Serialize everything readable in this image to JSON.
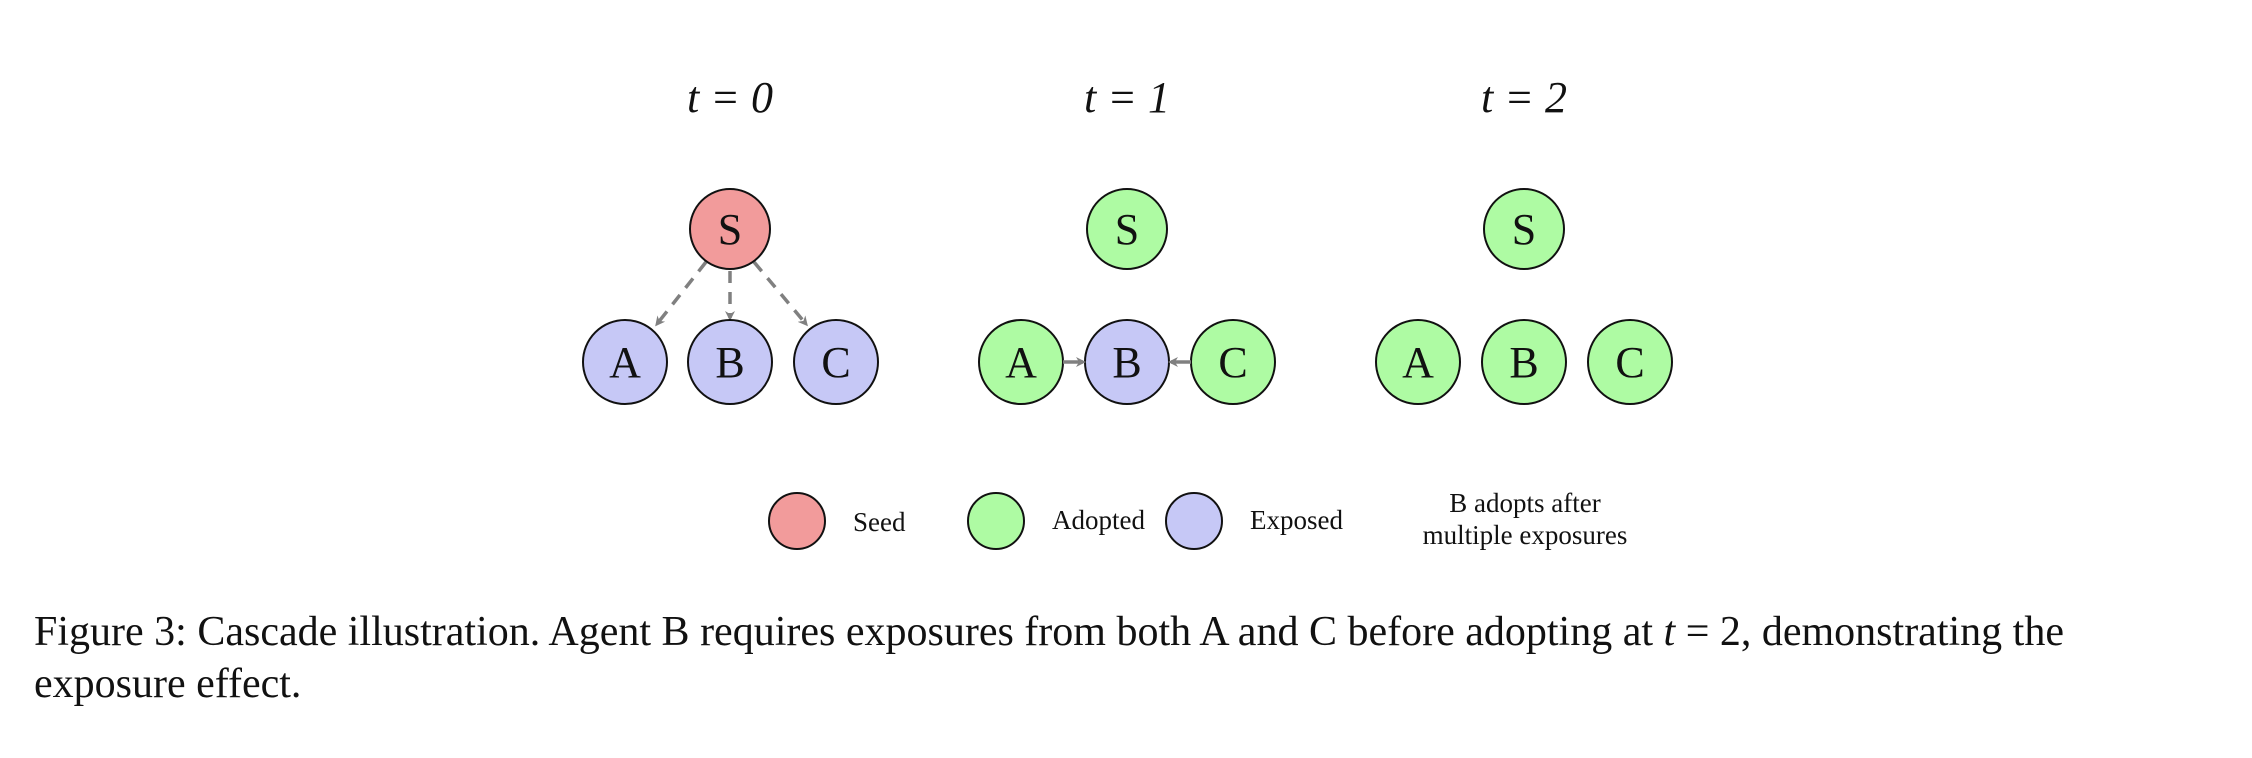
{
  "colors": {
    "seed": "#f29b9b",
    "adopted": "#aefba3",
    "exposed": "#c6c8f6",
    "edge": "#808080",
    "outline": "#111111"
  },
  "panels": [
    {
      "time_label": "t = 0",
      "nodes": [
        {
          "id": "S",
          "label": "S",
          "state": "seed"
        },
        {
          "id": "A",
          "label": "A",
          "state": "exposed"
        },
        {
          "id": "B",
          "label": "B",
          "state": "exposed"
        },
        {
          "id": "C",
          "label": "C",
          "state": "exposed"
        }
      ],
      "edges": [
        {
          "from": "S",
          "to": "A",
          "style": "dashed"
        },
        {
          "from": "S",
          "to": "B",
          "style": "dashed"
        },
        {
          "from": "S",
          "to": "C",
          "style": "dashed"
        }
      ]
    },
    {
      "time_label": "t = 1",
      "nodes": [
        {
          "id": "S",
          "label": "S",
          "state": "adopted"
        },
        {
          "id": "A",
          "label": "A",
          "state": "adopted"
        },
        {
          "id": "B",
          "label": "B",
          "state": "exposed"
        },
        {
          "id": "C",
          "label": "C",
          "state": "adopted"
        }
      ],
      "edges": [
        {
          "from": "A",
          "to": "B",
          "style": "solid"
        },
        {
          "from": "C",
          "to": "B",
          "style": "solid"
        }
      ]
    },
    {
      "time_label": "t = 2",
      "nodes": [
        {
          "id": "S",
          "label": "S",
          "state": "adopted"
        },
        {
          "id": "A",
          "label": "A",
          "state": "adopted"
        },
        {
          "id": "B",
          "label": "B",
          "state": "adopted"
        },
        {
          "id": "C",
          "label": "C",
          "state": "adopted"
        }
      ],
      "edges": []
    }
  ],
  "legend": {
    "items": [
      {
        "state": "seed",
        "label": "Seed"
      },
      {
        "state": "adopted",
        "label": "Adopted"
      },
      {
        "state": "exposed",
        "label": "Exposed"
      }
    ],
    "note_lines": [
      "B adopts after",
      "multiple exposures"
    ]
  },
  "caption": {
    "before": "Figure 3: Cascade illustration. Agent B requires exposures from both A and C before adopting at ",
    "math": "t",
    "after": " = 2, demonstrating the exposure effect."
  }
}
